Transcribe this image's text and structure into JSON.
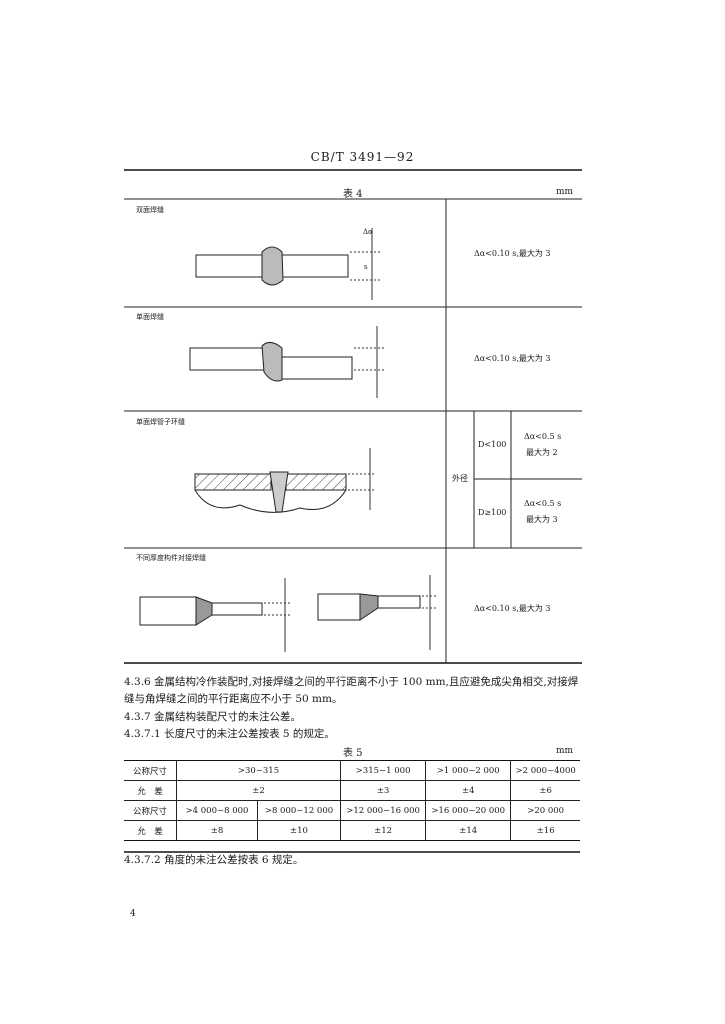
{
  "header": {
    "doc_code": "CB/T 3491—92"
  },
  "table4": {
    "caption": "表 4",
    "unit": "mm",
    "rows": [
      {
        "label": "双面焊缝",
        "tolerance": "Δα<0.10 s,最大为 3"
      },
      {
        "label": "单面焊缝",
        "tolerance": "Δα<0.10 s,最大为 3"
      },
      {
        "label": "单面焊管子环缝",
        "outer_label": "外径",
        "sub": [
          {
            "cond": "D<100",
            "tol_line1": "Δα<0.5 s",
            "tol_line2": "最大为 2"
          },
          {
            "cond": "D≥100",
            "tol_line1": "Δα<0.5 s",
            "tol_line2": "最大为 3"
          }
        ]
      },
      {
        "label": "不同厚度构件对接焊缝",
        "tolerance": "Δα<0.10 s,最大为 3"
      }
    ],
    "dim_labels": {
      "da": "Δα",
      "s": "s"
    }
  },
  "para_436": "4.3.6  金属结构冷作装配时,对接焊缝之间的平行距离不小于 100 mm,且应避免成尖角相交,对接焊缝与角焊缝之间的平行距离应不小于 50 mm。",
  "para_437": "4.3.7  金属结构装配尺寸的未注公差。",
  "para_4371": "4.3.7.1  长度尺寸的未注公差按表 5 的规定。",
  "table5": {
    "caption": "表 5",
    "unit": "mm",
    "row1": [
      "公称尺寸",
      ">30~315",
      ">315~1 000",
      ">1 000~2 000",
      ">2 000~4000"
    ],
    "row2": [
      "允　差",
      "±2",
      "±3",
      "±4",
      "±6"
    ],
    "row3": [
      "公称尺寸",
      ">4 000~8 000",
      ">8 000~12 000",
      ">12 000~16 000",
      ">16 000~20 000",
      ">20 000"
    ],
    "row4": [
      "允　差",
      "±8",
      "±10",
      "±12",
      "±14",
      "±16"
    ]
  },
  "para_4372": "4.3.7.2  角度的未注公差按表 6 规定。",
  "page_number": "4"
}
